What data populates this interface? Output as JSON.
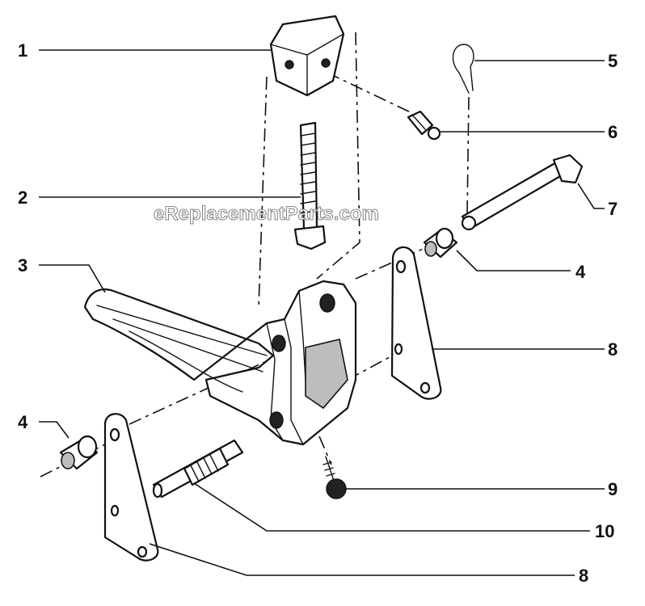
{
  "watermark": "eReplacementParts.com",
  "callouts": [
    {
      "id": "c1",
      "label": "1",
      "part": "block"
    },
    {
      "id": "c2",
      "label": "2",
      "part": "bolt"
    },
    {
      "id": "c3",
      "label": "3",
      "part": "foot-pedal"
    },
    {
      "id": "c4a",
      "label": "4",
      "part": "bushing-right"
    },
    {
      "id": "c4b",
      "label": "4",
      "part": "bushing-left"
    },
    {
      "id": "c5",
      "label": "5",
      "part": "cotter-pin"
    },
    {
      "id": "c6",
      "label": "6",
      "part": "grease-fitting"
    },
    {
      "id": "c7",
      "label": "7",
      "part": "clevis-pin"
    },
    {
      "id": "c8a",
      "label": "8",
      "part": "link-right"
    },
    {
      "id": "c8b",
      "label": "8",
      "part": "link-left"
    },
    {
      "id": "c9",
      "label": "9",
      "part": "screw"
    },
    {
      "id": "c10",
      "label": "10",
      "part": "spacer-shaft"
    }
  ]
}
